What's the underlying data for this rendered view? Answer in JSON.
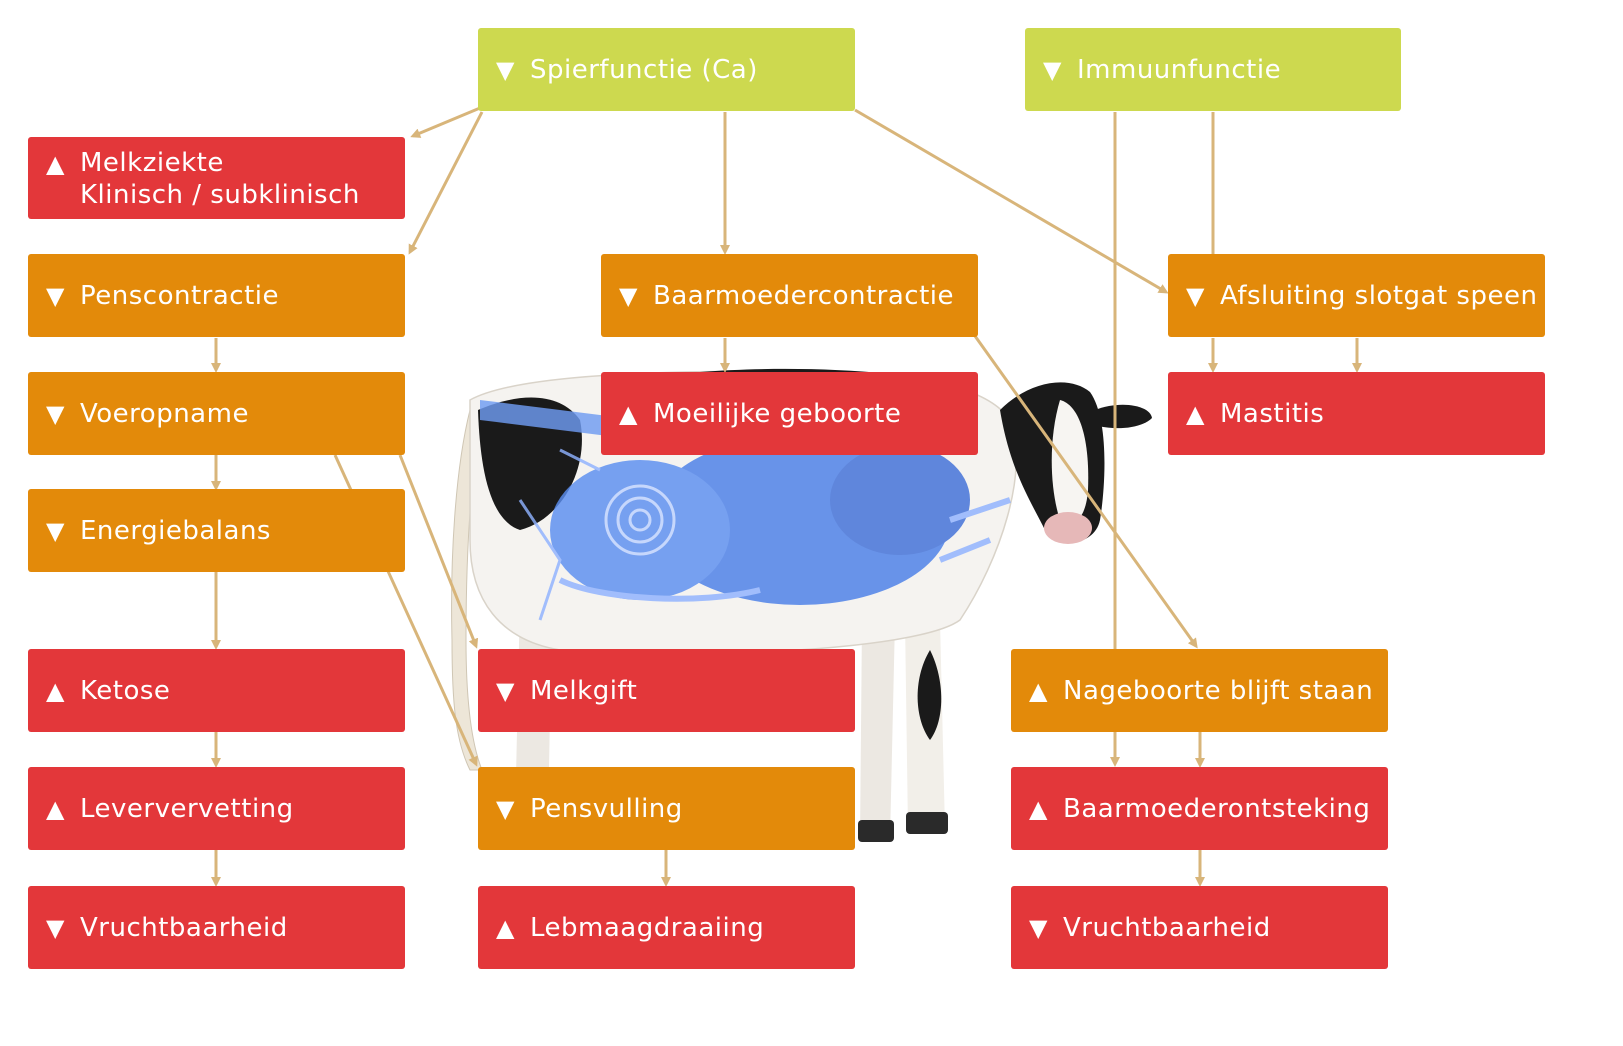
{
  "colors": {
    "green": "#cdd94f",
    "orange": "#e38a0a",
    "red": "#e3373a",
    "connector": "#d8b57a",
    "cow_body": "#f5f3f0",
    "cow_spots": "#1a1a1a",
    "organs": "#4a7fe8"
  },
  "icons": {
    "down": "▼",
    "up": "▲"
  },
  "nodes": {
    "spierfunctie": {
      "label": "Spierfunctie (Ca)",
      "direction": "down",
      "kind": "green"
    },
    "immuunfunctie": {
      "label": "Immuunfunctie",
      "direction": "down",
      "kind": "green"
    },
    "melkziekte": {
      "lines": [
        "Melkziekte",
        "Klinisch / subklinisch"
      ],
      "direction": "up",
      "kind": "red"
    },
    "penscontractie": {
      "label": "Penscontractie",
      "direction": "down",
      "kind": "orange"
    },
    "baarmoedercontractie": {
      "label": "Baarmoedercontractie",
      "direction": "down",
      "kind": "orange"
    },
    "afsluiting": {
      "label": "Afsluiting slotgat speen",
      "direction": "down",
      "kind": "orange"
    },
    "voeropname": {
      "label": "Voeropname",
      "direction": "down",
      "kind": "orange"
    },
    "moeilijke": {
      "label": "Moeilijke geboorte",
      "direction": "up",
      "kind": "red"
    },
    "mastitis": {
      "label": "Mastitis",
      "direction": "up",
      "kind": "red"
    },
    "energiebalans": {
      "label": "Energiebalans",
      "direction": "down",
      "kind": "orange"
    },
    "ketose": {
      "label": "Ketose",
      "direction": "up",
      "kind": "red"
    },
    "melkgift": {
      "label": "Melkgift",
      "direction": "down",
      "kind": "red"
    },
    "nageboorte": {
      "label": "Nageboorte blijft staan",
      "direction": "up",
      "kind": "orange"
    },
    "leververvetting": {
      "label": "Leververvetting",
      "direction": "up",
      "kind": "red"
    },
    "pensvulling": {
      "label": "Pensvulling",
      "direction": "down",
      "kind": "orange"
    },
    "baarmoederontsteking": {
      "label": "Baarmoederontsteking",
      "direction": "up",
      "kind": "red"
    },
    "vruchtbaarheid1": {
      "label": "Vruchtbaarheid",
      "direction": "down",
      "kind": "red"
    },
    "lebmaag": {
      "label": "Lebmaagdraaiing",
      "direction": "up",
      "kind": "red"
    },
    "vruchtbaarheid2": {
      "label": "Vruchtbaarheid",
      "direction": "down",
      "kind": "red"
    }
  }
}
